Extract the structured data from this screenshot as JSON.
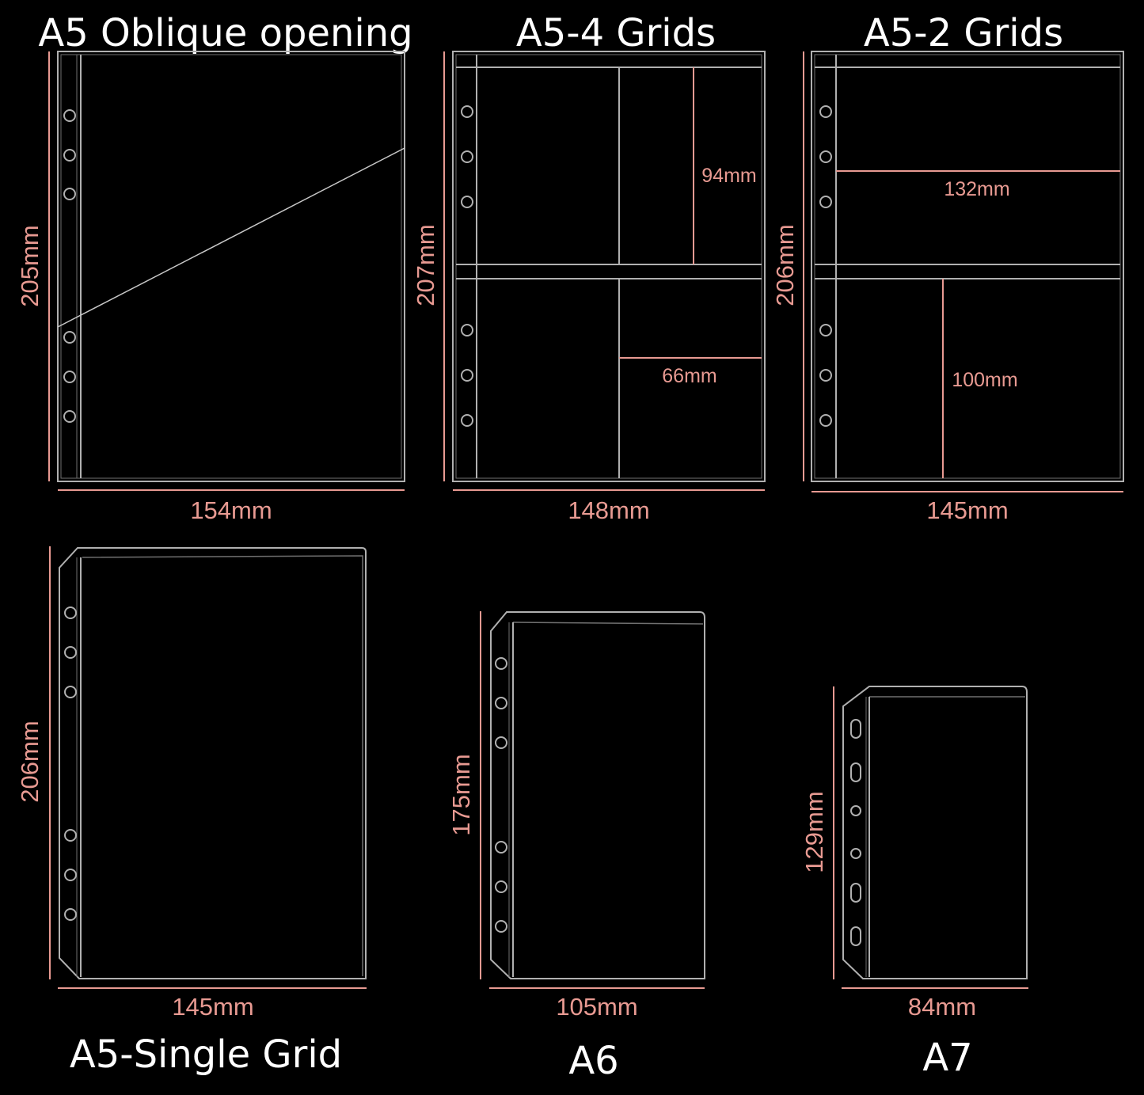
{
  "colors": {
    "background": "#000000",
    "outline": "#b0b0b0",
    "dimension": "#e89a92",
    "title_text": "#ffffff"
  },
  "binder_sheets": [
    {
      "name": "A5 Oblique opening",
      "height": "205mm",
      "width": "154mm",
      "inner": []
    },
    {
      "name": "A5-4 Grids",
      "height": "207mm",
      "width": "148mm",
      "inner": [
        "94mm",
        "66mm"
      ]
    },
    {
      "name": "A5-2 Grids",
      "height": "206mm",
      "width": "145mm",
      "inner": [
        "132mm",
        "100mm"
      ]
    },
    {
      "name": "A5-Single Grid",
      "height": "206mm",
      "width": "145mm",
      "inner": []
    },
    {
      "name": "A6",
      "height": "175mm",
      "width": "105mm",
      "inner": []
    },
    {
      "name": "A7",
      "height": "129mm",
      "width": "84mm",
      "inner": []
    }
  ]
}
